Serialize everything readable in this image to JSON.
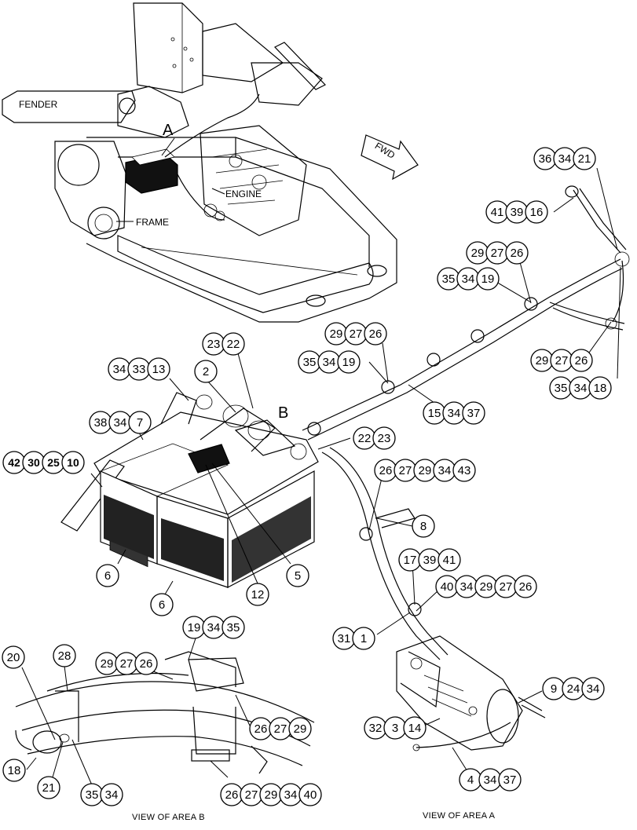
{
  "labels": {
    "fender": "FENDER",
    "frame": "FRAME",
    "engine": "ENGINE",
    "fwd": "FWD",
    "area_a": "A",
    "area_b": "B"
  },
  "captions": {
    "view_b": "VIEW OF AREA B",
    "view_a": "VIEW OF AREA  A"
  },
  "callouts": [
    {
      "id": "c-36-34-21",
      "numbers": [
        "36",
        "34",
        "21"
      ]
    },
    {
      "id": "c-41-39-16",
      "numbers": [
        "41",
        "39",
        "16"
      ]
    },
    {
      "id": "c-29-27-26-a",
      "numbers": [
        "29",
        "27",
        "26"
      ]
    },
    {
      "id": "c-35-34-19-a",
      "numbers": [
        "35",
        "34",
        "19"
      ]
    },
    {
      "id": "c-29-27-26-b",
      "numbers": [
        "29",
        "27",
        "26"
      ]
    },
    {
      "id": "c-35-34-19-b",
      "numbers": [
        "35",
        "34",
        "19"
      ]
    },
    {
      "id": "c-29-27-26-c",
      "numbers": [
        "29",
        "27",
        "26"
      ]
    },
    {
      "id": "c-35-34-18",
      "numbers": [
        "35",
        "34",
        "18"
      ]
    },
    {
      "id": "c-23-22",
      "numbers": [
        "23",
        "22"
      ]
    },
    {
      "id": "c-34-33-13",
      "numbers": [
        "34",
        "33",
        "13"
      ]
    },
    {
      "id": "c-2",
      "numbers": [
        "2"
      ]
    },
    {
      "id": "c-38-34-7",
      "numbers": [
        "38",
        "34",
        "7"
      ]
    },
    {
      "id": "c-42-30-25-10",
      "numbers": [
        "42",
        "30",
        "25",
        "10"
      ]
    },
    {
      "id": "c-15-34-37",
      "numbers": [
        "15",
        "34",
        "37"
      ]
    },
    {
      "id": "c-22-23",
      "numbers": [
        "22",
        "23"
      ]
    },
    {
      "id": "c-26-27-29-34-43",
      "numbers": [
        "26",
        "27",
        "29",
        "34",
        "43"
      ]
    },
    {
      "id": "c-8",
      "numbers": [
        "8"
      ]
    },
    {
      "id": "c-6-a",
      "numbers": [
        "6"
      ]
    },
    {
      "id": "c-5",
      "numbers": [
        "5"
      ]
    },
    {
      "id": "c-12",
      "numbers": [
        "12"
      ]
    },
    {
      "id": "c-6-b",
      "numbers": [
        "6"
      ]
    },
    {
      "id": "c-17-39-41",
      "numbers": [
        "17",
        "39",
        "41"
      ]
    },
    {
      "id": "c-40-34-29-27-26",
      "numbers": [
        "40",
        "34",
        "29",
        "27",
        "26"
      ]
    },
    {
      "id": "c-31-1",
      "numbers": [
        "31",
        "1"
      ]
    },
    {
      "id": "c-19-34-35",
      "numbers": [
        "19",
        "34",
        "35"
      ]
    },
    {
      "id": "c-20",
      "numbers": [
        "20"
      ]
    },
    {
      "id": "c-28",
      "numbers": [
        "28"
      ]
    },
    {
      "id": "c-29-27-26-d",
      "numbers": [
        "29",
        "27",
        "26"
      ]
    },
    {
      "id": "c-26-27-29",
      "numbers": [
        "26",
        "27",
        "29"
      ]
    },
    {
      "id": "c-9-24-34",
      "numbers": [
        "9",
        "24",
        "34"
      ]
    },
    {
      "id": "c-32-3-14",
      "numbers": [
        "32",
        "3",
        "14"
      ]
    },
    {
      "id": "c-18",
      "numbers": [
        "18"
      ]
    },
    {
      "id": "c-21",
      "numbers": [
        "21"
      ]
    },
    {
      "id": "c-35-34",
      "numbers": [
        "35",
        "34"
      ]
    },
    {
      "id": "c-26-27-29-34-40",
      "numbers": [
        "26",
        "27",
        "29",
        "34",
        "40"
      ]
    },
    {
      "id": "c-4-34-37",
      "numbers": [
        "4",
        "34",
        "37"
      ]
    }
  ]
}
